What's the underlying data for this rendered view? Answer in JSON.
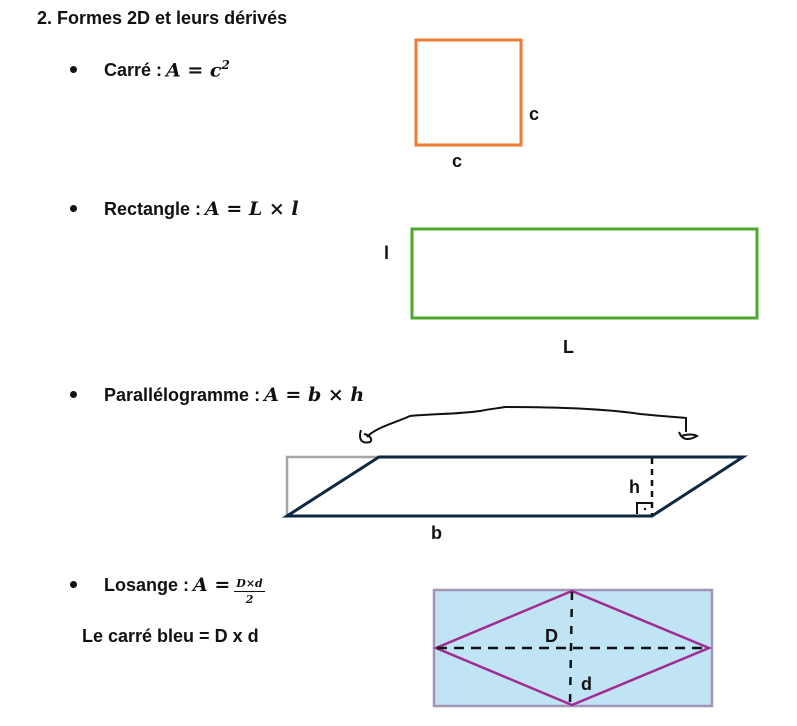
{
  "section": {
    "title": "2. Formes 2D et leurs dérivés"
  },
  "items": [
    {
      "name": "Carré",
      "label": "Carré :",
      "formula": "A = c",
      "formula_exponent": "2",
      "figure": {
        "type": "square",
        "stroke_color": "#ED7D31",
        "side_label_right": "c",
        "side_label_bottom": "c"
      }
    },
    {
      "name": "Rectangle",
      "label": "Rectangle :",
      "formula": "A = L × l",
      "figure": {
        "type": "rectangle",
        "stroke_color": "#4EA72E",
        "side_label_left": "l",
        "side_label_bottom": "L"
      }
    },
    {
      "name": "Parallélogramme",
      "label": "Parallélogramme :",
      "formula": "A = b × h",
      "figure": {
        "type": "parallelogram",
        "stroke_color": "#0E2841",
        "helper_stroke_color": "#A6A6A6",
        "height_label": "h",
        "base_label": "b",
        "annotation": "hand-drawn arrow moving left triangle to right side"
      }
    },
    {
      "name": "Losange",
      "label": "Losange :",
      "formula_prefix": "A =",
      "formula_numerator": "D×d",
      "formula_denominator": "2",
      "note": "Le carré bleu = D x d",
      "figure": {
        "type": "rhombus",
        "fill_color": "#C1E4F5",
        "frame_stroke_color": "#A295B8",
        "rhombus_stroke_color": "#A02B93",
        "diagonal_big_label": "D",
        "diagonal_small_label": "d"
      }
    }
  ]
}
